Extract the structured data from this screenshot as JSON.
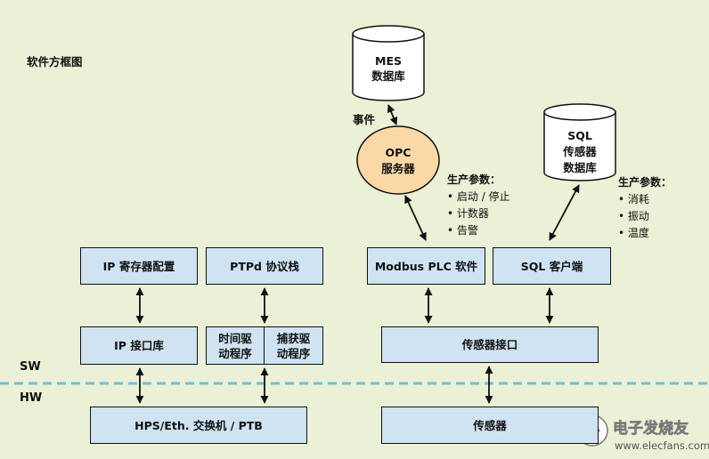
{
  "title": "软件方框图",
  "sw_label": "SW",
  "hw_label": "HW",
  "databases": {
    "mes": {
      "line1": "MES",
      "line2": "数据库"
    },
    "sql": {
      "line1": "SQL",
      "line2": "传感器",
      "line3": "数据库"
    }
  },
  "opc": {
    "line1": "OPC",
    "line2": "服务器"
  },
  "event_label": "事件",
  "notes": {
    "opc_params": {
      "heading": "生产参数：",
      "items": [
        "• 启动 / 停止",
        "• 计数器",
        "• 告警"
      ]
    },
    "sql_params": {
      "heading": "生产参数：",
      "items": [
        "• 消耗",
        "• 振动",
        "• 温度"
      ]
    }
  },
  "boxes": {
    "ip_config": "IP 寄存器配置",
    "ptpd": "PTPd 协议栈",
    "modbus": "Modbus PLC 软件",
    "sql_client": "SQL 客户端",
    "ip_lib": "IP 接口库",
    "time_driver": {
      "line1": "时间驱",
      "line2": "动程序"
    },
    "capture_driver": {
      "line1": "捕获驱",
      "line2": "动程序"
    },
    "sensor_interface": "传感器接口",
    "hps_switch": "HPS/Eth. 交换机 / PTB",
    "sensor": "传感器"
  },
  "watermark": {
    "cn": "电子发烧友",
    "en": "www.elecfans.com"
  },
  "colors": {
    "background": "#eaf1d6",
    "box_fill": "#cfe3f2",
    "opc_fill": "#fbd9a6",
    "divider": "#6cc0dd"
  }
}
